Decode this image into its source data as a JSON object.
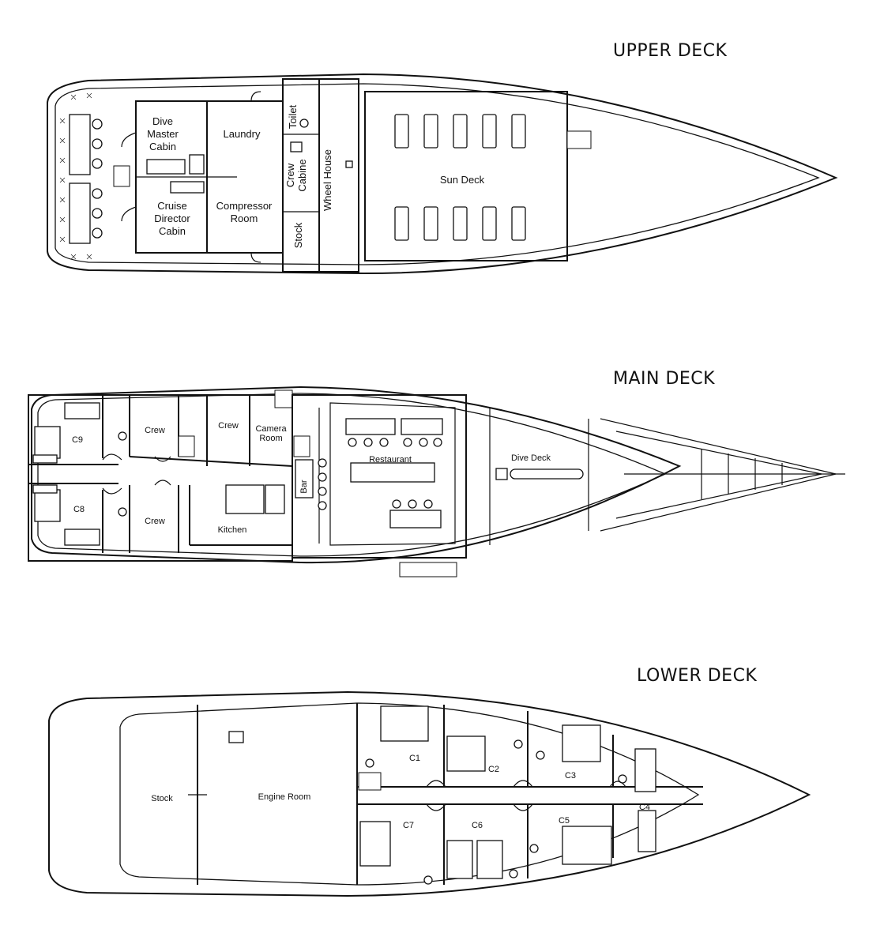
{
  "decks": {
    "upper": {
      "title": "UPPER DECK",
      "rooms": {
        "dive_master_line1": "Dive",
        "dive_master_line2": "Master",
        "dive_master_line3": "Cabin",
        "laundry": "Laundry",
        "cruise_director_line1": "Cruise",
        "cruise_director_line2": "Director",
        "cruise_director_line3": "Cabin",
        "compressor_line1": "Compressor",
        "compressor_line2": "Room",
        "toilet": "Toilet",
        "crew_cabine_line1": "Crew",
        "crew_cabine_line2": "Cabine",
        "wheel_house": "Wheel House",
        "stock": "Stock",
        "sun_deck": "Sun Deck"
      }
    },
    "main": {
      "title": "MAIN DECK",
      "rooms": {
        "c9": "C9",
        "c8": "C8",
        "crew_1": "Crew",
        "crew_2": "Crew",
        "crew_3": "Crew",
        "camera_line1": "Camera",
        "camera_line2": "Room",
        "kitchen": "Kitchen",
        "bar": "Bar",
        "restaurant": "Restaurant",
        "dive_deck": "Dive Deck"
      }
    },
    "lower": {
      "title": "LOWER DECK",
      "rooms": {
        "stock": "Stock",
        "engine_room": "Engine Room",
        "c1": "C1",
        "c2": "C2",
        "c3": "C3",
        "c4": "C4",
        "c5": "C5",
        "c6": "C6",
        "c7": "C7"
      }
    }
  },
  "colors": {
    "line": "#111111",
    "background": "#ffffff"
  }
}
